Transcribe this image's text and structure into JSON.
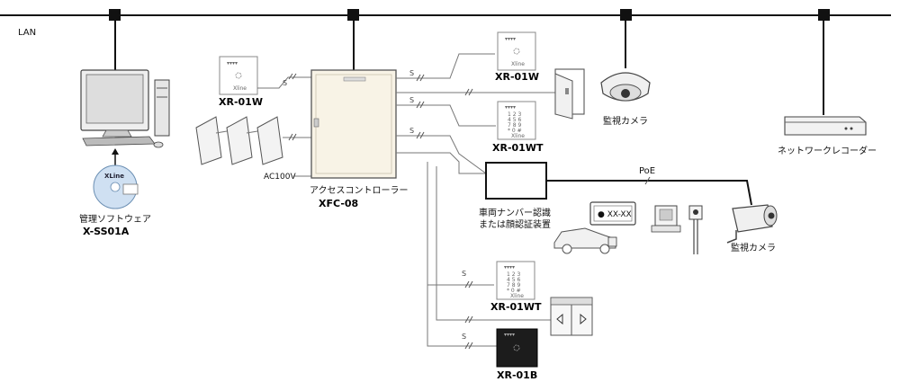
{
  "network": {
    "lan_label": "LAN",
    "poe_label": "PoE",
    "power_label": "AC100V",
    "serial_mark": "S"
  },
  "controller": {
    "name_jp": "アクセスコントローラー",
    "model": "XFC-08"
  },
  "software": {
    "name_jp": "管理ソフトウェア",
    "model": "X-SS01A",
    "disc_logo": "XLine"
  },
  "readers": {
    "left_reader": "XR-01W",
    "top_reader": "XR-01W",
    "keypad_reader_top": "XR-01WT",
    "keypad_reader_bottom": "XR-01WT",
    "black_reader": "XR-01B"
  },
  "cameras": {
    "dome_camera": "監視カメラ",
    "bullet_camera": "監視カメラ"
  },
  "recorder": {
    "name_jp": "ネットワークレコーダー"
  },
  "recognition": {
    "name_line1": "車両ナンバー認識",
    "name_line2": "または顔認証装置",
    "plate_text": "● XX-XX"
  },
  "colors": {
    "controller_fill": "#f8f3e6",
    "black_reader_fill": "#1c1c1c",
    "line": "#222222"
  }
}
